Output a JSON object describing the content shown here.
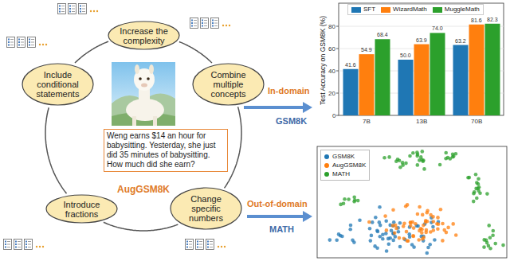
{
  "diagram": {
    "nodes": [
      {
        "text": [
          "Increase the complexity"
        ]
      },
      {
        "text": [
          "Combine multiple concepts"
        ]
      },
      {
        "text": [
          "Change specific numbers"
        ]
      },
      {
        "text": [
          "Introduce fractions"
        ]
      },
      {
        "text": [
          "Include conditional statements"
        ]
      },
      {
        "text": [
          "Weng earns $14 an hour for babysitting. Yesterday, she just did 35 minutes of babysitting. How much did she earn?"
        ]
      }
    ],
    "edges": [
      {
        "from": 0,
        "to": 1,
        "arrow": "none"
      },
      {
        "from": 1,
        "to": 2,
        "arrow": "none"
      },
      {
        "from": 2,
        "to": 3,
        "arrow": "none"
      },
      {
        "from": 3,
        "to": 4,
        "arrow": "none"
      },
      {
        "from": 4,
        "to": 0,
        "arrow": "none"
      }
    ],
    "labels": [
      "AugGSM8K",
      "In-domain",
      "GSM8K",
      "Out-of-domain",
      "MATH",
      "Test Accuracy on GSM8K (%)",
      "80",
      "60",
      "40",
      "20",
      "0",
      "41.6",
      "54.9",
      "68.4",
      "50.0",
      "63.9",
      "74.0",
      "63.2",
      "81.6",
      "82.3",
      "7B",
      "13B",
      "70B"
    ],
    "legend": [
      {
        "text": "SFT",
        "color": "#1f77b4"
      },
      {
        "text": "WizardMath",
        "color": "#ff7f0e"
      },
      {
        "text": "MuggleMath",
        "color": "#2ca02c"
      },
      {
        "text": "GSM8K",
        "color": "#1f77b4"
      },
      {
        "text": "AugGSM8K",
        "color": "#ff7f0e"
      },
      {
        "text": "MATH",
        "color": "#2ca02c"
      }
    ]
  }
}
